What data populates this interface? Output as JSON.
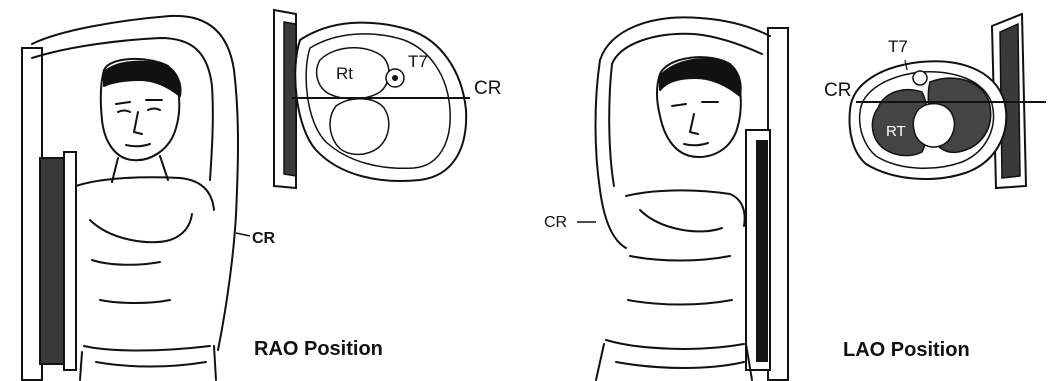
{
  "figure": {
    "rao": {
      "caption": "RAO Position",
      "cr_body_label": "CR",
      "section": {
        "rt_label": "Rt",
        "t7_label": "T7",
        "cr_label": "CR"
      }
    },
    "lao": {
      "caption": "LAO  Position",
      "cr_body_label": "CR",
      "section": {
        "rt_label": "RT",
        "t7_label": "T7",
        "cr_label": "CR"
      }
    }
  },
  "colors": {
    "ink": "#111111",
    "plate": "#3a3a3a",
    "film": "#161616",
    "lung": "#444444"
  }
}
